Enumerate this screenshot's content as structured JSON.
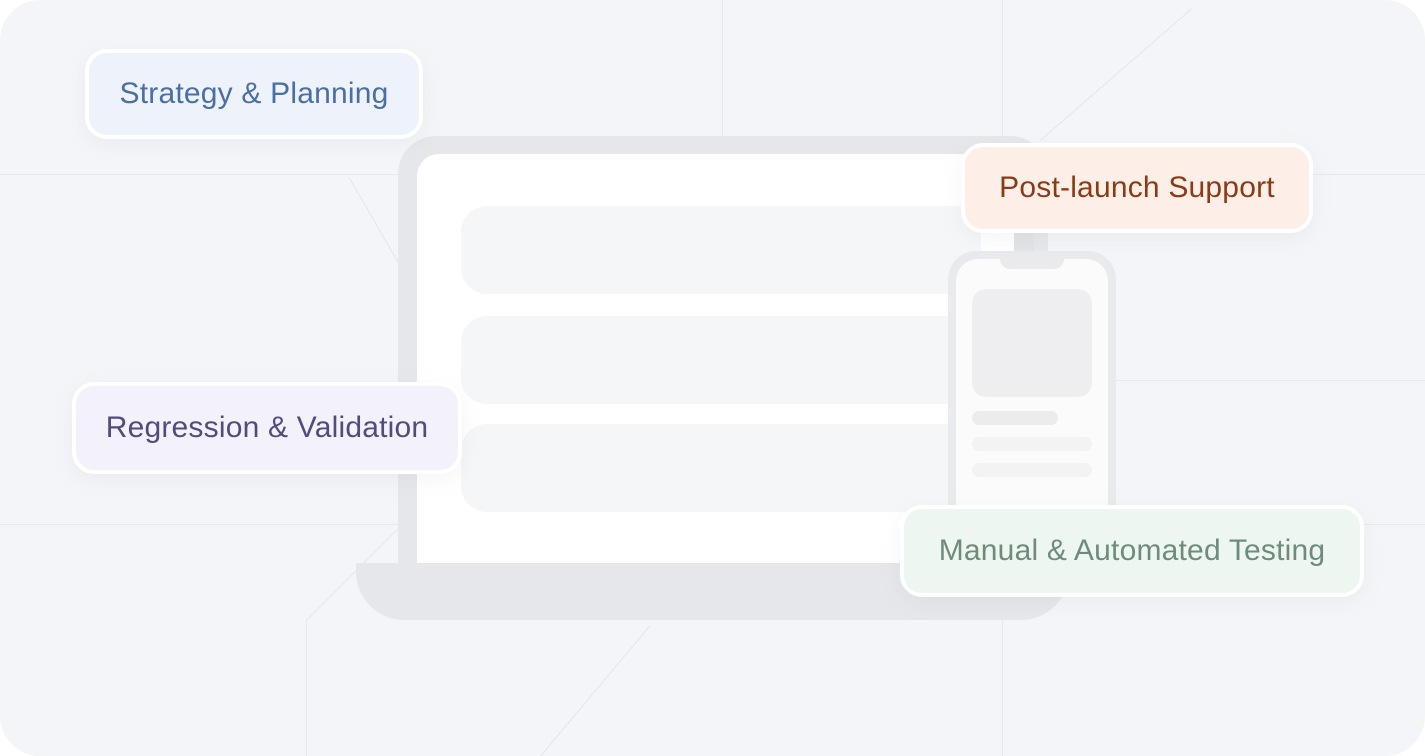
{
  "labels": {
    "strategy": {
      "text": "Strategy & Planning",
      "bg": "#eef2fb",
      "color": "#4a6fa5"
    },
    "post_launch": {
      "text": "Post-launch Support",
      "bg": "#fdefe8",
      "color": "#8b3a16"
    },
    "regression": {
      "text": "Regression & Validation",
      "bg": "#f3f1f9",
      "color": "#534a80"
    },
    "testing": {
      "text": "Manual & Automated Testing",
      "bg": "#eef6f1",
      "color": "#6e8c7c"
    }
  },
  "illustration": {
    "laptop": {
      "rows": 3,
      "frame_color": "#e6e7ea",
      "screen_color": "#ffffff"
    },
    "phone": {
      "frame_color": "#e9eaed",
      "screen_color": "#fbfbfc"
    }
  },
  "colors": {
    "background": "#f4f5f8",
    "grid_line": "#e6e8ec"
  }
}
